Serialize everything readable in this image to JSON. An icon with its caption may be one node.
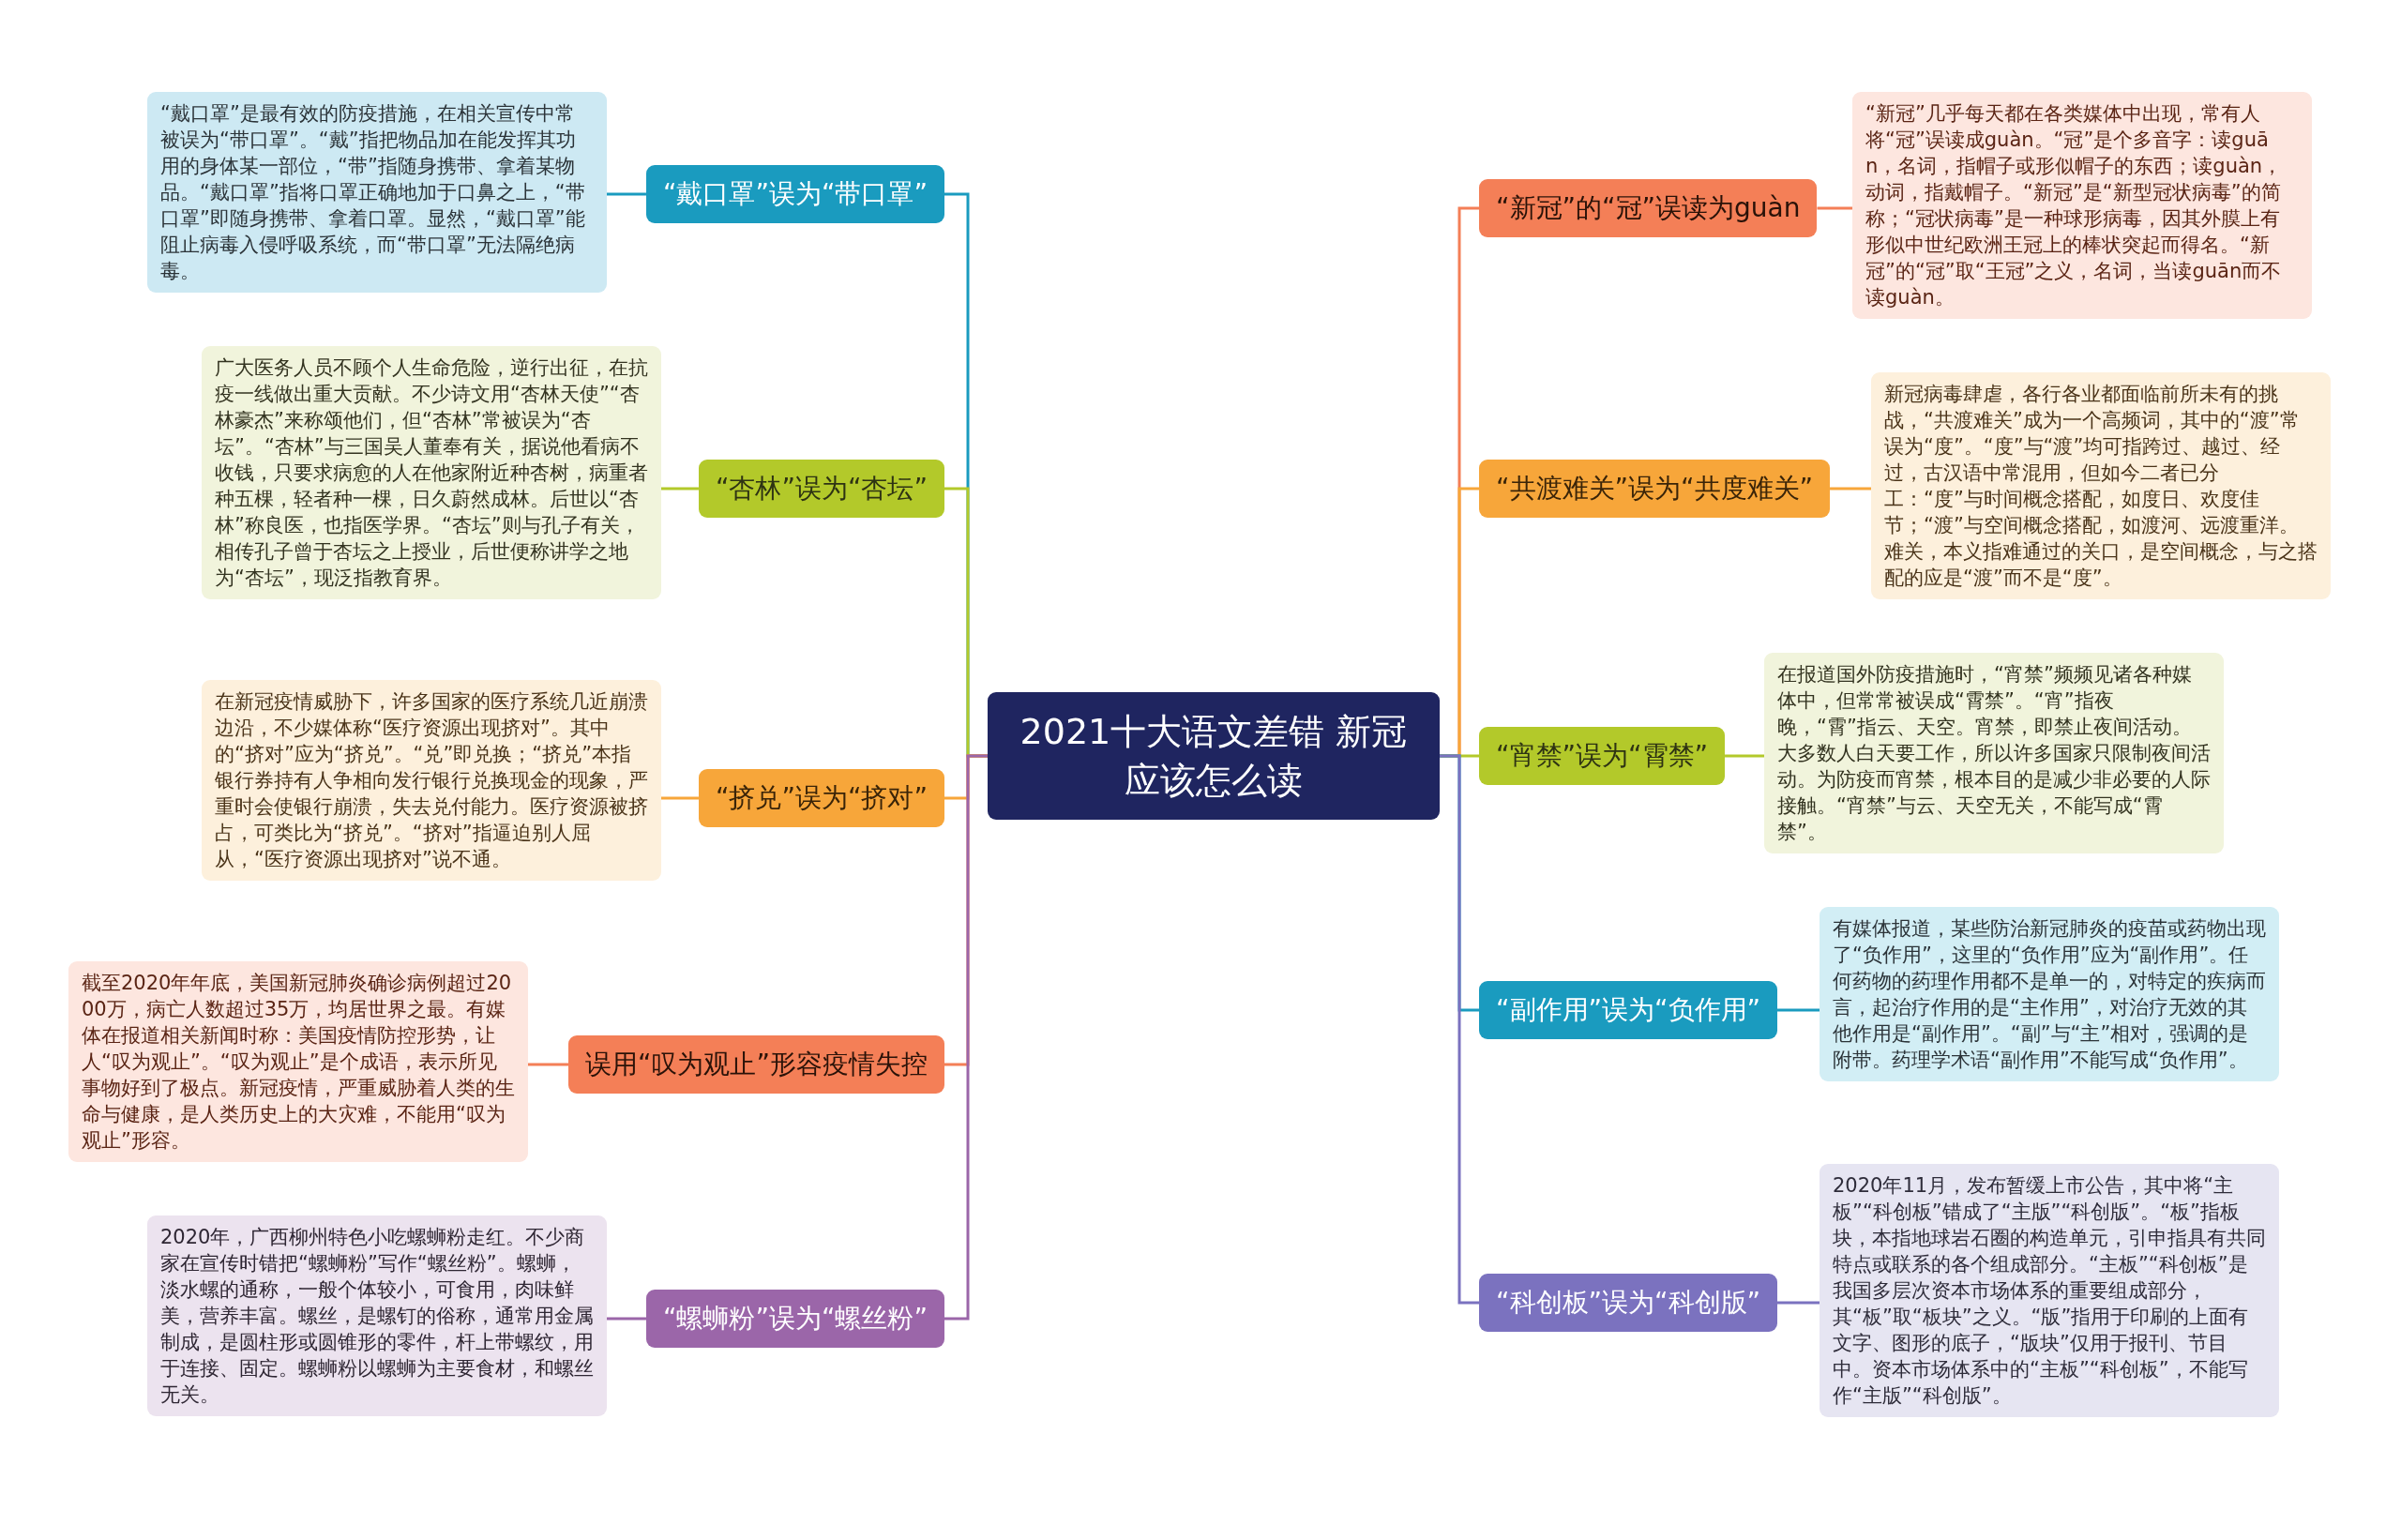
{
  "diagram": {
    "nodes": [
      {
        "text": [
          "2021十大语文差错 新冠应该怎么读"
        ]
      },
      {
        "text": [
          "“戴口罩”误为“带口罩”"
        ]
      },
      {
        "text": [
          "“戴口罩”是最有效的防疫措施，在相关宣传中常被误为“带口罩”。“戴”指把物品加在能发挥其功用的身体某一部位，“带”指随身携带、拿着某物品。“戴口罩”指将口罩正确地加于口鼻之上，“带口罩”即随身携带、拿着口罩。显然，“戴口罩”能阻止病毒入侵呼吸系统，而“带口罩”无法隔绝病毒。"
        ]
      },
      {
        "text": [
          "“杏林”误为“杏坛”"
        ]
      },
      {
        "text": [
          "广大医务人员不顾个人生命危险，逆行出征，在抗疫一线做出重大贡献。不少诗文用“杏林天使”“杏林豪杰”来称颂他们，但“杏林”常被误为“杏坛”。“杏林”与三国吴人董奉有关，据说他看病不收钱，只要求病愈的人在他家附近种杏树，病重者种五棵，轻者种一棵，日久蔚然成林。后世以“杏林”称良医，也指医学界。“杏坛”则与孔子有关，相传孔子曾于杏坛之上授业，后世便称讲学之地为“杏坛”，现泛指教育界。"
        ]
      },
      {
        "text": [
          "“挤兑”误为“挤对”"
        ]
      },
      {
        "text": [
          "在新冠疫情威胁下，许多国家的医疗系统几近崩溃边沿，不少媒体称“医疗资源出现挤对”。其中的“挤对”应为“挤兑”。“兑”即兑换；“挤兑”本指银行券持有人争相向发行银行兑换现金的现象，严重时会使银行崩溃，失去兑付能力。医疗资源被挤占，可类比为“挤兑”。“挤对”指逼迫别人屈从，“医疗资源出现挤对”说不通。"
        ]
      },
      {
        "text": [
          "误用“叹为观止”形容疫情失控"
        ]
      },
      {
        "text": [
          "截至2020年年底，美国新冠肺炎确诊病例超过2000万，病亡人数超过35万，均居世界之最。有媒体在报道相关新闻时称：美国疫情防控形势，让人“叹为观止”。“叹为观止”是个成语，表示所见事物好到了极点。新冠疫情，严重威胁着人类的生命与健康，是人类历史上的大灾难，不能用“叹为观止”形容。"
        ]
      },
      {
        "text": [
          "“螺蛳粉”误为“螺丝粉”"
        ]
      },
      {
        "text": [
          "2020年，广西柳州特色小吃螺蛳粉走红。不少商家在宣传时错把“螺蛳粉”写作“螺丝粉”。螺蛳，淡水螺的通称，一般个体较小，可食用，肉味鲜美，营养丰富。螺丝，是螺钉的俗称，通常用金属制成，是圆柱形或圆锥形的零件，杆上带螺纹，用于连接、固定。螺蛳粉以螺蛳为主要食材，和螺丝无关。"
        ]
      },
      {
        "text": [
          "“新冠”的“冠”误读为guàn"
        ]
      },
      {
        "text": [
          "“新冠”几乎每天都在各类媒体中出现，常有人将“冠”误读成guàn。“冠”是个多音字：读guān，名词，指帽子或形似帽子的东西；读guàn，动词，指戴帽子。“新冠”是“新型冠状病毒”的简称；“冠状病毒”是一种球形病毒，因其外膜上有形似中世纪欧洲王冠上的棒状突起而得名。“新冠”的“冠”取“王冠”之义，名词，当读guān而不读guàn。"
        ]
      },
      {
        "text": [
          "“共渡难关”误为“共度难关”"
        ]
      },
      {
        "text": [
          "新冠病毒肆虐，各行各业都面临前所未有的挑战，“共渡难关”成为一个高频词，其中的“渡”常误为“度”。“度”与“渡”均可指跨过、越过、经过，古汉语中常混用，但如今二者已分工：“度”与时间概念搭配，如度日、欢度佳节；“渡”与空间概念搭配，如渡河、远渡重洋。难关，本义指难通过的关口，是空间概念，与之搭配的应是“渡”而不是“度”。"
        ]
      },
      {
        "text": [
          "“宵禁”误为“霄禁”"
        ]
      },
      {
        "text": [
          "在报道国外防疫措施时，“宵禁”频频见诸各种媒体中，但常常被误成“霄禁”。“宵”指夜晚，“霄”指云、天空。宵禁，即禁止夜间活动。大多数人白天要工作，所以许多国家只限制夜间活动。为防疫而宵禁，根本目的是减少非必要的人际接触。“宵禁”与云、天空无关，不能写成“霄禁”。"
        ]
      },
      {
        "text": [
          "“副作用”误为“负作用”"
        ]
      },
      {
        "text": [
          "有媒体报道，某些防治新冠肺炎的疫苗或药物出现了“负作用”，这里的“负作用”应为“副作用”。任何药物的药理作用都不是单一的，对特定的疾病而言，起治疗作用的是“主作用”，对治疗无效的其他作用是“副作用”。“副”与“主”相对，强调的是附带。药理学术语“副作用”不能写成“负作用”。"
        ]
      },
      {
        "text": [
          "“科创板”误为“科创版”"
        ]
      },
      {
        "text": [
          "2020年11月，发布暂缓上市公告，其中将“主板”“科创板”错成了“主版”“科创版”。“板”指板块，本指地球岩石圈的构造单元，引申指具有共同特点或联系的各个组成部分。“主板”“科创板”是我国多层次资本市场体系的重要组成部分，其“板”取“板块”之义。“版”指用于印刷的上面有文字、图形的底子，“版块”仅用于报刊、节目中。资本市场体系中的“主板”“科创板”，不能写作“主版”“科创版”。"
        ]
      }
    ],
    "edges": [
      {
        "from": 0,
        "to": 1,
        "arrow": "none",
        "color": "#1a9bbf"
      },
      {
        "from": 1,
        "to": 2,
        "arrow": "none",
        "color": "#1a9bbf"
      },
      {
        "from": 0,
        "to": 3,
        "arrow": "none",
        "color": "#b3c92a"
      },
      {
        "from": 3,
        "to": 4,
        "arrow": "none",
        "color": "#b3c92a"
      },
      {
        "from": 0,
        "to": 5,
        "arrow": "none",
        "color": "#f7a63a"
      },
      {
        "from": 5,
        "to": 6,
        "arrow": "none",
        "color": "#f7a63a"
      },
      {
        "from": 0,
        "to": 7,
        "arrow": "none",
        "color": "#f47f57"
      },
      {
        "from": 7,
        "to": 8,
        "arrow": "none",
        "color": "#f47f57"
      },
      {
        "from": 0,
        "to": 9,
        "arrow": "none",
        "color": "#9b66a9"
      },
      {
        "from": 9,
        "to": 10,
        "arrow": "none",
        "color": "#9b66a9"
      },
      {
        "from": 0,
        "to": 11,
        "arrow": "none",
        "color": "#f47f57"
      },
      {
        "from": 11,
        "to": 12,
        "arrow": "none",
        "color": "#f47f57"
      },
      {
        "from": 0,
        "to": 13,
        "arrow": "none",
        "color": "#f7a63a"
      },
      {
        "from": 13,
        "to": 14,
        "arrow": "none",
        "color": "#f7a63a"
      },
      {
        "from": 0,
        "to": 15,
        "arrow": "none",
        "color": "#b3c92a"
      },
      {
        "from": 15,
        "to": 16,
        "arrow": "none",
        "color": "#b3c92a"
      },
      {
        "from": 0,
        "to": 17,
        "arrow": "none",
        "color": "#1a9bbf"
      },
      {
        "from": 17,
        "to": 18,
        "arrow": "none",
        "color": "#1a9bbf"
      },
      {
        "from": 0,
        "to": 19,
        "arrow": "none",
        "color": "#7b72bf"
      },
      {
        "from": 19,
        "to": 20,
        "arrow": "none",
        "color": "#7b72bf"
      }
    ]
  }
}
